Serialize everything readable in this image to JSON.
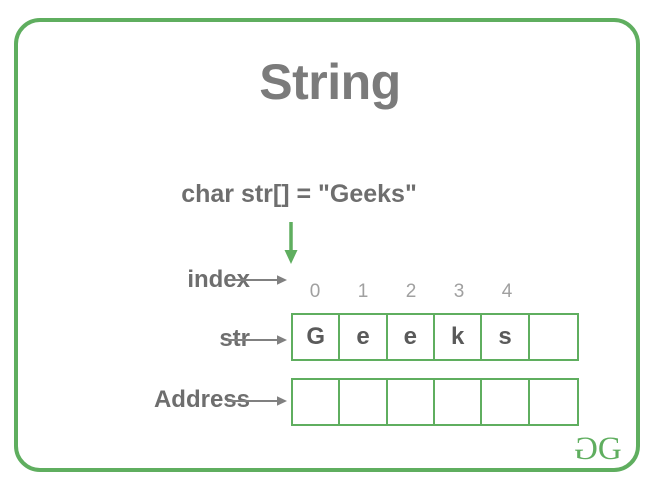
{
  "diagram": {
    "title": "String",
    "code_declaration": "char str[] = \"Geeks\"",
    "pointer_icon": "green-down-arrow-icon",
    "rows": [
      {
        "label": "index",
        "arrow_icon": "right-arrow-icon"
      },
      {
        "label": "str",
        "arrow_icon": "right-arrow-icon"
      },
      {
        "label": "Address",
        "arrow_icon": "right-arrow-icon"
      }
    ],
    "index_values": [
      "0",
      "1",
      "2",
      "3",
      "4",
      ""
    ],
    "str_values": [
      "G",
      "e",
      "e",
      "k",
      "s",
      ""
    ],
    "address_values": [
      "",
      "",
      "",
      "",
      "",
      ""
    ],
    "logo": {
      "mirrored_g": "G",
      "g": "G",
      "name": "geeksforgeeks-logo"
    }
  },
  "colors": {
    "frame_green": "#5fae5f",
    "cell_border_green": "#5fae5f",
    "text_gray": "#6e6e6e",
    "title_gray": "#7b7b7b",
    "index_gray": "#a0a0a0",
    "letter_gray": "#5a5a5a",
    "background": "#ffffff"
  }
}
